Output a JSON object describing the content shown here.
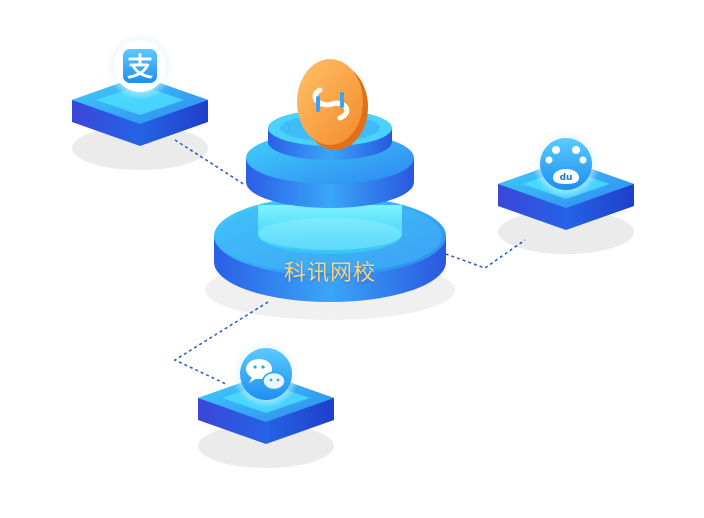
{
  "hub": {
    "label": "科讯网校",
    "logo_icon": "kexun-s-logo-icon",
    "accent": "#f7a440"
  },
  "nodes": [
    {
      "name": "alipay",
      "icon": "alipay-icon",
      "glyph": "支",
      "color": "#1d9bf0"
    },
    {
      "name": "baidu",
      "icon": "baidu-paw-icon",
      "glyph": "du",
      "color": "#2b6fe0"
    },
    {
      "name": "wechat",
      "icon": "wechat-icon",
      "glyph": "",
      "color": "#2ba6f3"
    }
  ],
  "colors": {
    "platform_top": "#39c6f7",
    "platform_side": "#2c4fe0",
    "connector": "#2f63c8"
  }
}
